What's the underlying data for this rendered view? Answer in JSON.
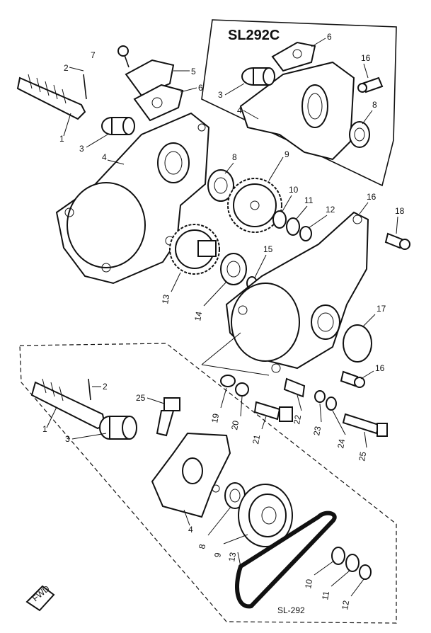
{
  "diagram": {
    "inset_title": "SL292C",
    "bottom_caption": "SL-292",
    "front_label": "FWD",
    "callouts": [
      {
        "id": "c-7",
        "text": "7"
      },
      {
        "id": "c-2a",
        "text": "2"
      },
      {
        "id": "c-5",
        "text": "5"
      },
      {
        "id": "c-6a",
        "text": "6"
      },
      {
        "id": "c-1a",
        "text": "1"
      },
      {
        "id": "c-3a",
        "text": "3"
      },
      {
        "id": "c-4a",
        "text": "4"
      },
      {
        "id": "c-8a",
        "text": "8"
      },
      {
        "id": "c-9a",
        "text": "9"
      },
      {
        "id": "c-10a",
        "text": "10"
      },
      {
        "id": "c-11a",
        "text": "11"
      },
      {
        "id": "c-12a",
        "text": "12"
      },
      {
        "id": "c-16a",
        "text": "16"
      },
      {
        "id": "c-18",
        "text": "18"
      },
      {
        "id": "c-15",
        "text": "15"
      },
      {
        "id": "c-13a",
        "text": "13"
      },
      {
        "id": "c-14",
        "text": "14"
      },
      {
        "id": "c-17",
        "text": "17"
      },
      {
        "id": "c-16b",
        "text": "16"
      },
      {
        "id": "c-6b",
        "text": "6"
      },
      {
        "id": "c-16c",
        "text": "16"
      },
      {
        "id": "c-3b",
        "text": "3"
      },
      {
        "id": "c-4b",
        "text": "4"
      },
      {
        "id": "c-8b",
        "text": "8"
      },
      {
        "id": "c-2b",
        "text": "2"
      },
      {
        "id": "c-1b",
        "text": "1"
      },
      {
        "id": "c-3c",
        "text": "3"
      },
      {
        "id": "c-25a",
        "text": "25"
      },
      {
        "id": "c-19",
        "text": "19"
      },
      {
        "id": "c-20",
        "text": "20"
      },
      {
        "id": "c-21",
        "text": "21"
      },
      {
        "id": "c-22",
        "text": "22"
      },
      {
        "id": "c-23",
        "text": "23"
      },
      {
        "id": "c-24",
        "text": "24"
      },
      {
        "id": "c-25b",
        "text": "25"
      },
      {
        "id": "c-4c",
        "text": "4"
      },
      {
        "id": "c-8c",
        "text": "8"
      },
      {
        "id": "c-9b",
        "text": "9"
      },
      {
        "id": "c-13b",
        "text": "13"
      },
      {
        "id": "c-10b",
        "text": "10"
      },
      {
        "id": "c-11b",
        "text": "11"
      },
      {
        "id": "c-12b",
        "text": "12"
      }
    ]
  }
}
